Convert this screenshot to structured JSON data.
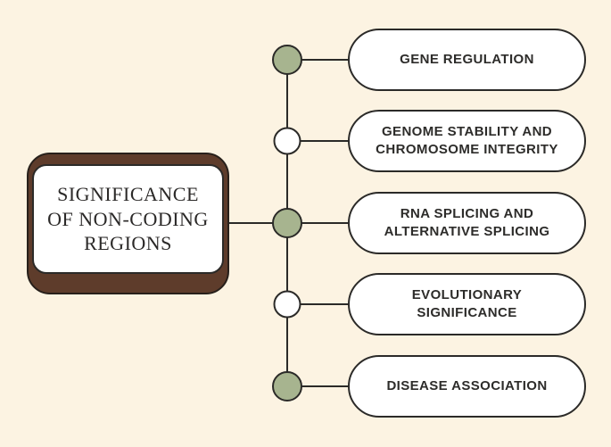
{
  "title_box": {
    "title": "SIGNIFICANCE OF NON-CODING REGIONS",
    "lines": [
      "SIGNIFICANCE",
      "OF NON-CODING",
      "REGIONS"
    ]
  },
  "branches": [
    {
      "label": "GENE REGULATION",
      "node_color": "#a7b48f",
      "node_style": "green"
    },
    {
      "label": "GENOME STABILITY AND CHROMOSOME INTEGRITY",
      "node_color": "#ffffff",
      "node_style": "white"
    },
    {
      "label": "RNA SPLICING AND ALTERNATIVE SPLICING",
      "node_color": "#a7b48f",
      "node_style": "green"
    },
    {
      "label": "EVOLUTIONARY SIGNIFICANCE",
      "node_color": "#ffffff",
      "node_style": "white"
    },
    {
      "label": "DISEASE ASSOCIATION",
      "node_color": "#a7b48f",
      "node_style": "green"
    }
  ],
  "colors": {
    "background": "#fcf3e2",
    "line": "#2b2a28",
    "node_green": "#a7b48f",
    "node_white": "#ffffff",
    "title_box_brown": "#5e3c2b",
    "pill_background": "#ffffff",
    "text": "#2d2c2a"
  }
}
